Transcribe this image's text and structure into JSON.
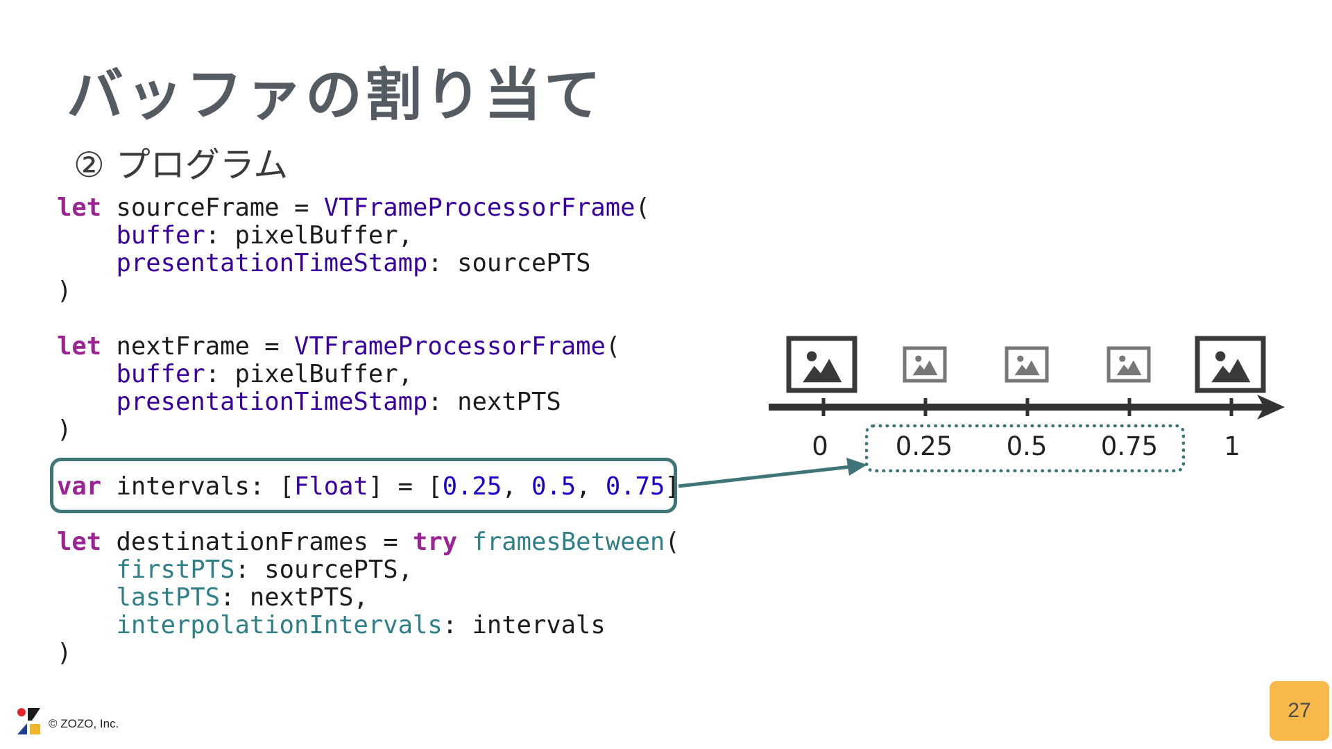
{
  "slide": {
    "title": "バッファの割り当て",
    "subtitle": "② プログラム",
    "page_number": "27",
    "copyright": "© ZOZO, Inc."
  },
  "code": {
    "block1": {
      "l1_kw": "let",
      "l1_text": " sourceFrame = ",
      "l1_type": "VTFrameProcessorFrame",
      "l1_end": "(",
      "l2_param": "buffer",
      "l2_rest": ": pixelBuffer,",
      "l3_param": "presentationTimeStamp",
      "l3_rest": ": sourcePTS",
      "l4": ")"
    },
    "block2": {
      "l1_kw": "let",
      "l1_text": " nextFrame = ",
      "l1_type": "VTFrameProcessorFrame",
      "l1_end": "(",
      "l2_param": "buffer",
      "l2_rest": ": pixelBuffer,",
      "l3_param": "presentationTimeStamp",
      "l3_rest": ": nextPTS",
      "l4": ")"
    },
    "highlight": {
      "kw": "var",
      "text1": " intervals: [",
      "type": "Float",
      "text2": "] = [",
      "n1": "0.25",
      "sep1": ", ",
      "n2": "0.5",
      "sep2": ", ",
      "n3": "0.75",
      "end": "]"
    },
    "block3": {
      "l1_kw": "let",
      "l1_text": " destinationFrames = ",
      "l1_try": "try",
      "l1_sp": " ",
      "l1_fn": "framesBetween",
      "l1_end": "(",
      "l2_param": "firstPTS",
      "l2_rest": ": sourcePTS,",
      "l3_param": "lastPTS",
      "l3_rest": ": nextPTS,",
      "l4_param": "interpolationIntervals",
      "l4_rest": ": intervals",
      "l5": ")"
    }
  },
  "timeline": {
    "ticks": [
      "0",
      "0.25",
      "0.5",
      "0.75",
      "1"
    ],
    "frame_icons": [
      "image-icon",
      "image-icon",
      "image-icon",
      "image-icon",
      "image-icon"
    ],
    "colors": {
      "axis": "#333333",
      "accent": "#3f7478",
      "icon_large": "#3a3a3a",
      "icon_small": "#777777"
    }
  },
  "colors": {
    "title": "#555b63",
    "keyword": "#9b2393",
    "type": "#3900a0",
    "function": "#2f7f87",
    "number": "#1c00cf",
    "page_badge": "#f6b94a"
  }
}
